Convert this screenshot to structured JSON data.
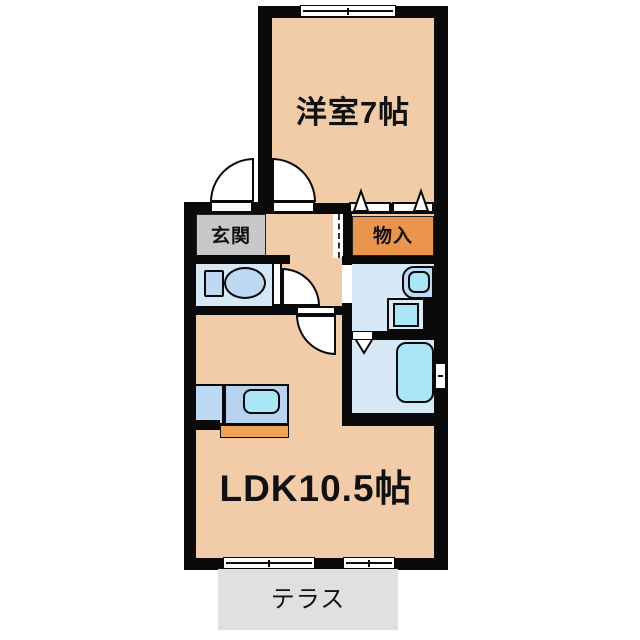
{
  "plan": {
    "bedroom": {
      "label": "洋室7帖"
    },
    "entrance": {
      "label": "玄関"
    },
    "storage": {
      "label": "物入"
    },
    "ldk": {
      "label": "LDK10.5帖"
    },
    "terrace": {
      "label": "テラス"
    }
  },
  "colors": {
    "wall": "#0a0a0a",
    "floor_peach": "#f2cba8",
    "entrance_gray": "#c8c8c8",
    "terrace_gray": "#e0e0e0",
    "storage_orange": "#ea944e",
    "counter_orange": "#efa355",
    "wet_floor_blue": "#d6e7f6",
    "fixture_blue": "#bed9f3",
    "fixture_cyan": "#abe6f6"
  }
}
